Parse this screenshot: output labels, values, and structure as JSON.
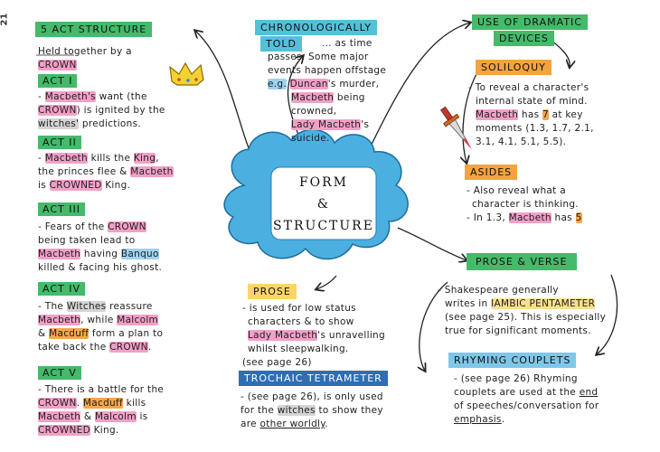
{
  "page_number": "21",
  "center": {
    "line1": "FORM",
    "line2": "&",
    "line3": "STRUCTURE"
  },
  "five_act": {
    "title": "5 ACT STRUCTURE",
    "intro_a": "Held together by a",
    "intro_crown": "CROWN",
    "act1_title": "ACT I",
    "act1_a": "- ",
    "act1_macbeth": "Macbeth's",
    "act1_b": " want (the",
    "act1_crown": "CROWN",
    "act1_c": ") is ignited by the",
    "act1_witches": "witches'",
    "act1_d": " predictions.",
    "act2_title": "ACT II",
    "act2_a": "- ",
    "act2_macbeth": "Macbeth",
    "act2_b": " kills the ",
    "act2_king": "King",
    "act2_c": ",",
    "act2_d": "the princes flee & ",
    "act2_macbeth2": "Macbeth",
    "act2_e": "is ",
    "act2_crowned": "CROWNED",
    "act2_f": " King.",
    "act3_title": "ACT III",
    "act3_a": "- Fears of the ",
    "act3_crown": "CROWN",
    "act3_b": "being taken lead to",
    "act3_macbeth": "Macbeth",
    "act3_c": " having ",
    "act3_banquo": "Banquo",
    "act3_d": "killed & facing his ghost.",
    "act4_title": "ACT IV",
    "act4_a": "- The ",
    "act4_witches": "Witches",
    "act4_b": " reassure",
    "act4_macbeth": "Macbeth",
    "act4_c": ", while ",
    "act4_malcolm": "Malcolm",
    "act4_d": "& ",
    "act4_macduff": "Macduff",
    "act4_e": " form a plan to",
    "act4_f": "take back the ",
    "act4_crown": "CROWN",
    "act4_g": ".",
    "act5_title": "ACT V",
    "act5_a": "- There is a battle for the",
    "act5_crown": "CROWN",
    "act5_b": ". ",
    "act5_macduff": "Macduff",
    "act5_c": " kills",
    "act5_macbeth": "Macbeth",
    "act5_d": " & ",
    "act5_malcolm": "Malcolm",
    "act5_e": " is",
    "act5_crowned": "CROWNED",
    "act5_f": " King."
  },
  "chrono": {
    "title1": "CHRONOLOGICALLY",
    "title2": "TOLD",
    "l1": "... as time",
    "l2": "passes. Some major",
    "l3": "events happen offstage",
    "eg": "e.g.",
    "duncan": "Duncan",
    "l4b": "'s murder,",
    "macbeth": "Macbeth",
    "l5b": " being",
    "l6": "crowned,",
    "lady": "Lady Macbeth",
    "l7b": "'s",
    "l8": "suicide."
  },
  "devices": {
    "title1": "USE OF DRAMATIC",
    "title2": "DEVICES",
    "solil_title": "SOLILOQUY",
    "s1": "- To reveal a character's",
    "s2": "internal state of mind.",
    "s3_macbeth": "Macbeth",
    "s3b": " has ",
    "s3_num": "7",
    "s3c": " at key",
    "s4": "moments (1.3, 1.7, 2.1,",
    "s5": "3.1, 4.1, 5.1, 5.5).",
    "asides_title": "ASIDES",
    "a1": "- Also reveal what a",
    "a2": "character is thinking.",
    "a3": "- In 1.3, ",
    "a3_macbeth": "Macbeth",
    "a3b": " has ",
    "a3_num": "5"
  },
  "prose_verse": {
    "title": "PROSE & VERSE",
    "p1": "- Shakespeare generally",
    "p2": "writes in ",
    "p2_iambic": "IAMBIC PENTAMETER",
    "p3": "(see page 25). This is especially",
    "p4": "true for significant moments."
  },
  "rhyming": {
    "title": "RHYMING COUPLETS",
    "r1": "- (see page 26) Rhyming",
    "r2a": "couplets are used at the ",
    "r2_end": "end",
    "r3": "of speeches/conversation for",
    "r4": "emphasis",
    "r4b": "."
  },
  "prose": {
    "title": "PROSE",
    "p1": "- is used for low status",
    "p2": "characters & to show",
    "p3_lady": "Lady Macbeth",
    "p3b": "'s unravelling",
    "p4": "whilst sleepwalking.",
    "p5": "(see page 26)"
  },
  "trochaic": {
    "title": "TROCHAIC TETRAMETER",
    "t1": "- (see page 26), is only used",
    "t2a": "for the ",
    "t2_witches": "witches",
    "t2b": " to show they",
    "t3a": "are ",
    "t3_other": "other worldly",
    "t3b": "."
  },
  "colors": {
    "pink": "#f2a0c8",
    "blue": "#9fd2ee",
    "orange": "#f6a64c",
    "green": "#46b96a",
    "cloud": "#4bb0e0"
  }
}
